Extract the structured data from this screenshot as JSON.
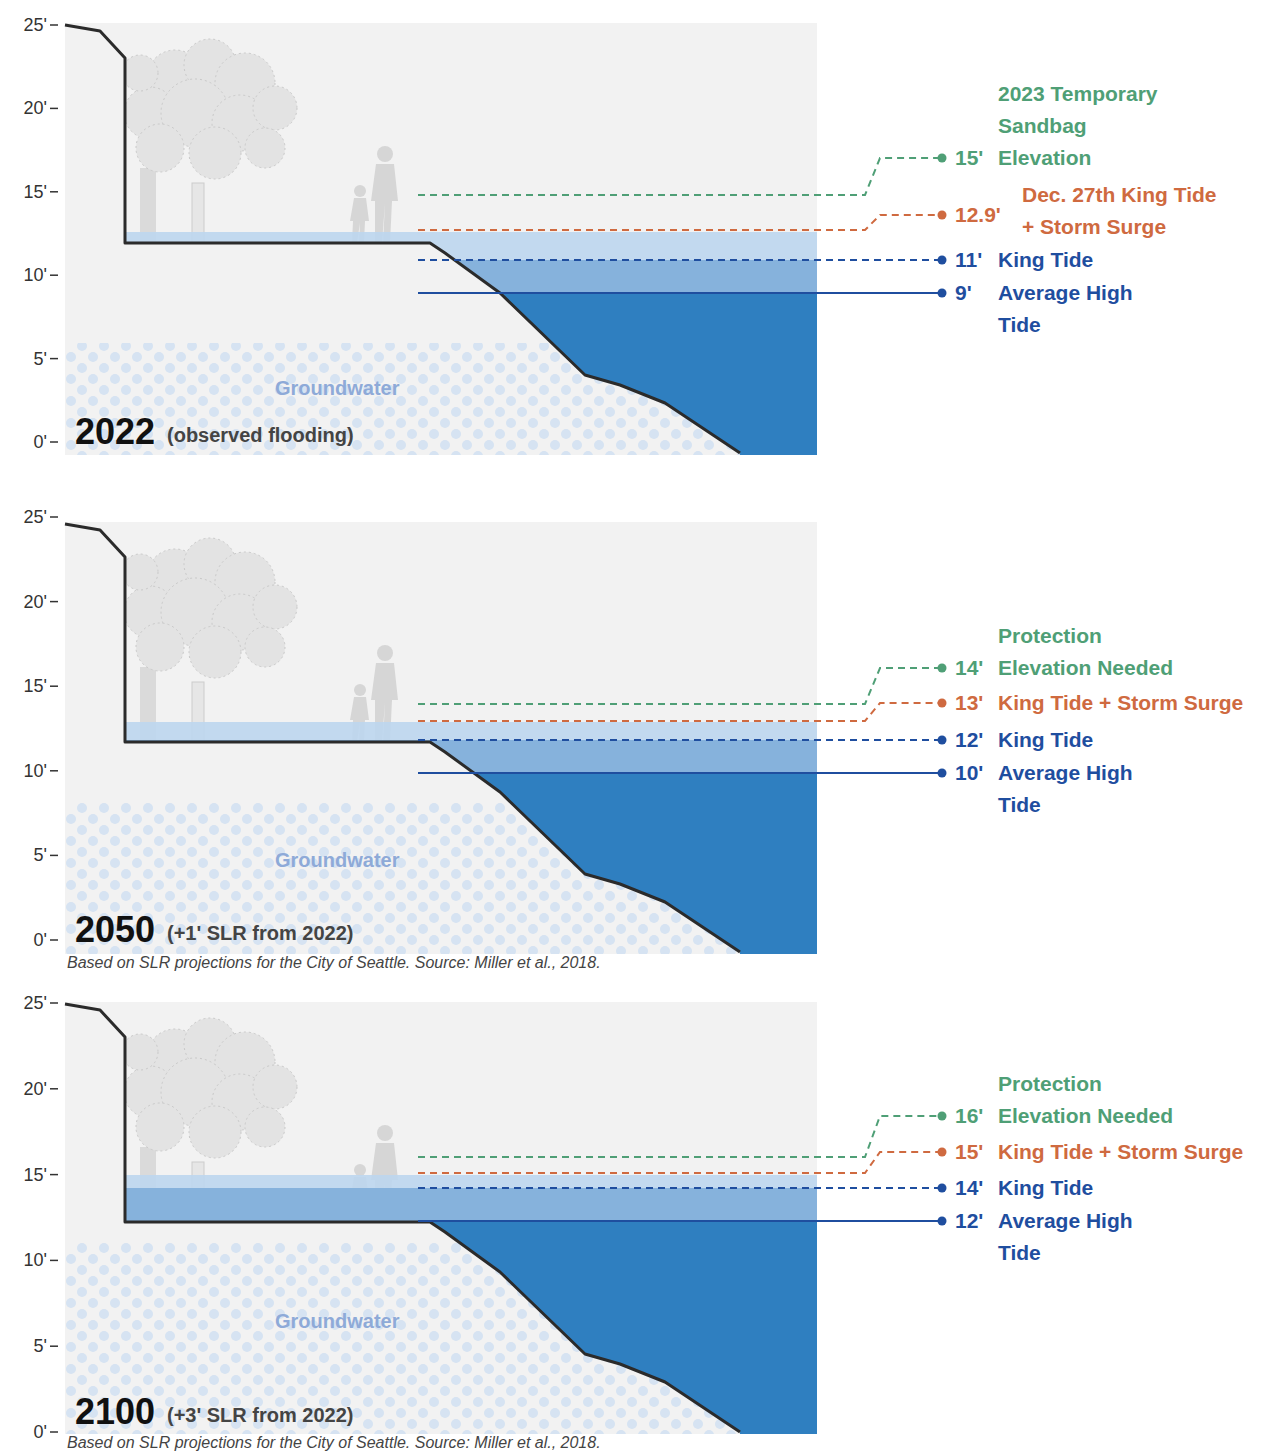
{
  "diagram": {
    "labels": [
      "25'",
      "20'",
      "15'",
      "10'",
      "5'",
      "0'",
      "2023 Temporary Sandbag Elevation",
      "15'",
      "12.9'",
      "Dec. 27th King Tide + Storm Surge",
      "11'",
      "King Tide",
      "9'",
      "Average High Tide",
      "Groundwater",
      "2022",
      "(observed flooding)",
      "25'",
      "20'",
      "15'",
      "10'",
      "5'",
      "0'",
      "Protection Elevation Needed",
      "14'",
      "13'",
      "King Tide + Storm Surge",
      "12'",
      "King Tide",
      "10'",
      "Average High Tide",
      "Groundwater",
      "2050",
      "(+1' SLR from 2022)",
      "Based on SLR projections for the City of Seattle. Source: Miller et al., 2018.",
      "25'",
      "20'",
      "15'",
      "10'",
      "5'",
      "0'",
      "Protection Elevation Needed",
      "16'",
      "15'",
      "King Tide + Storm Surge",
      "14'",
      "King Tide",
      "12'",
      "Average High Tide",
      "Groundwater",
      "2100",
      "(+3' SLR from 2022)",
      "Based on SLR projections for the City of Seattle. Source: Miller et al., 2018."
    ]
  }
}
